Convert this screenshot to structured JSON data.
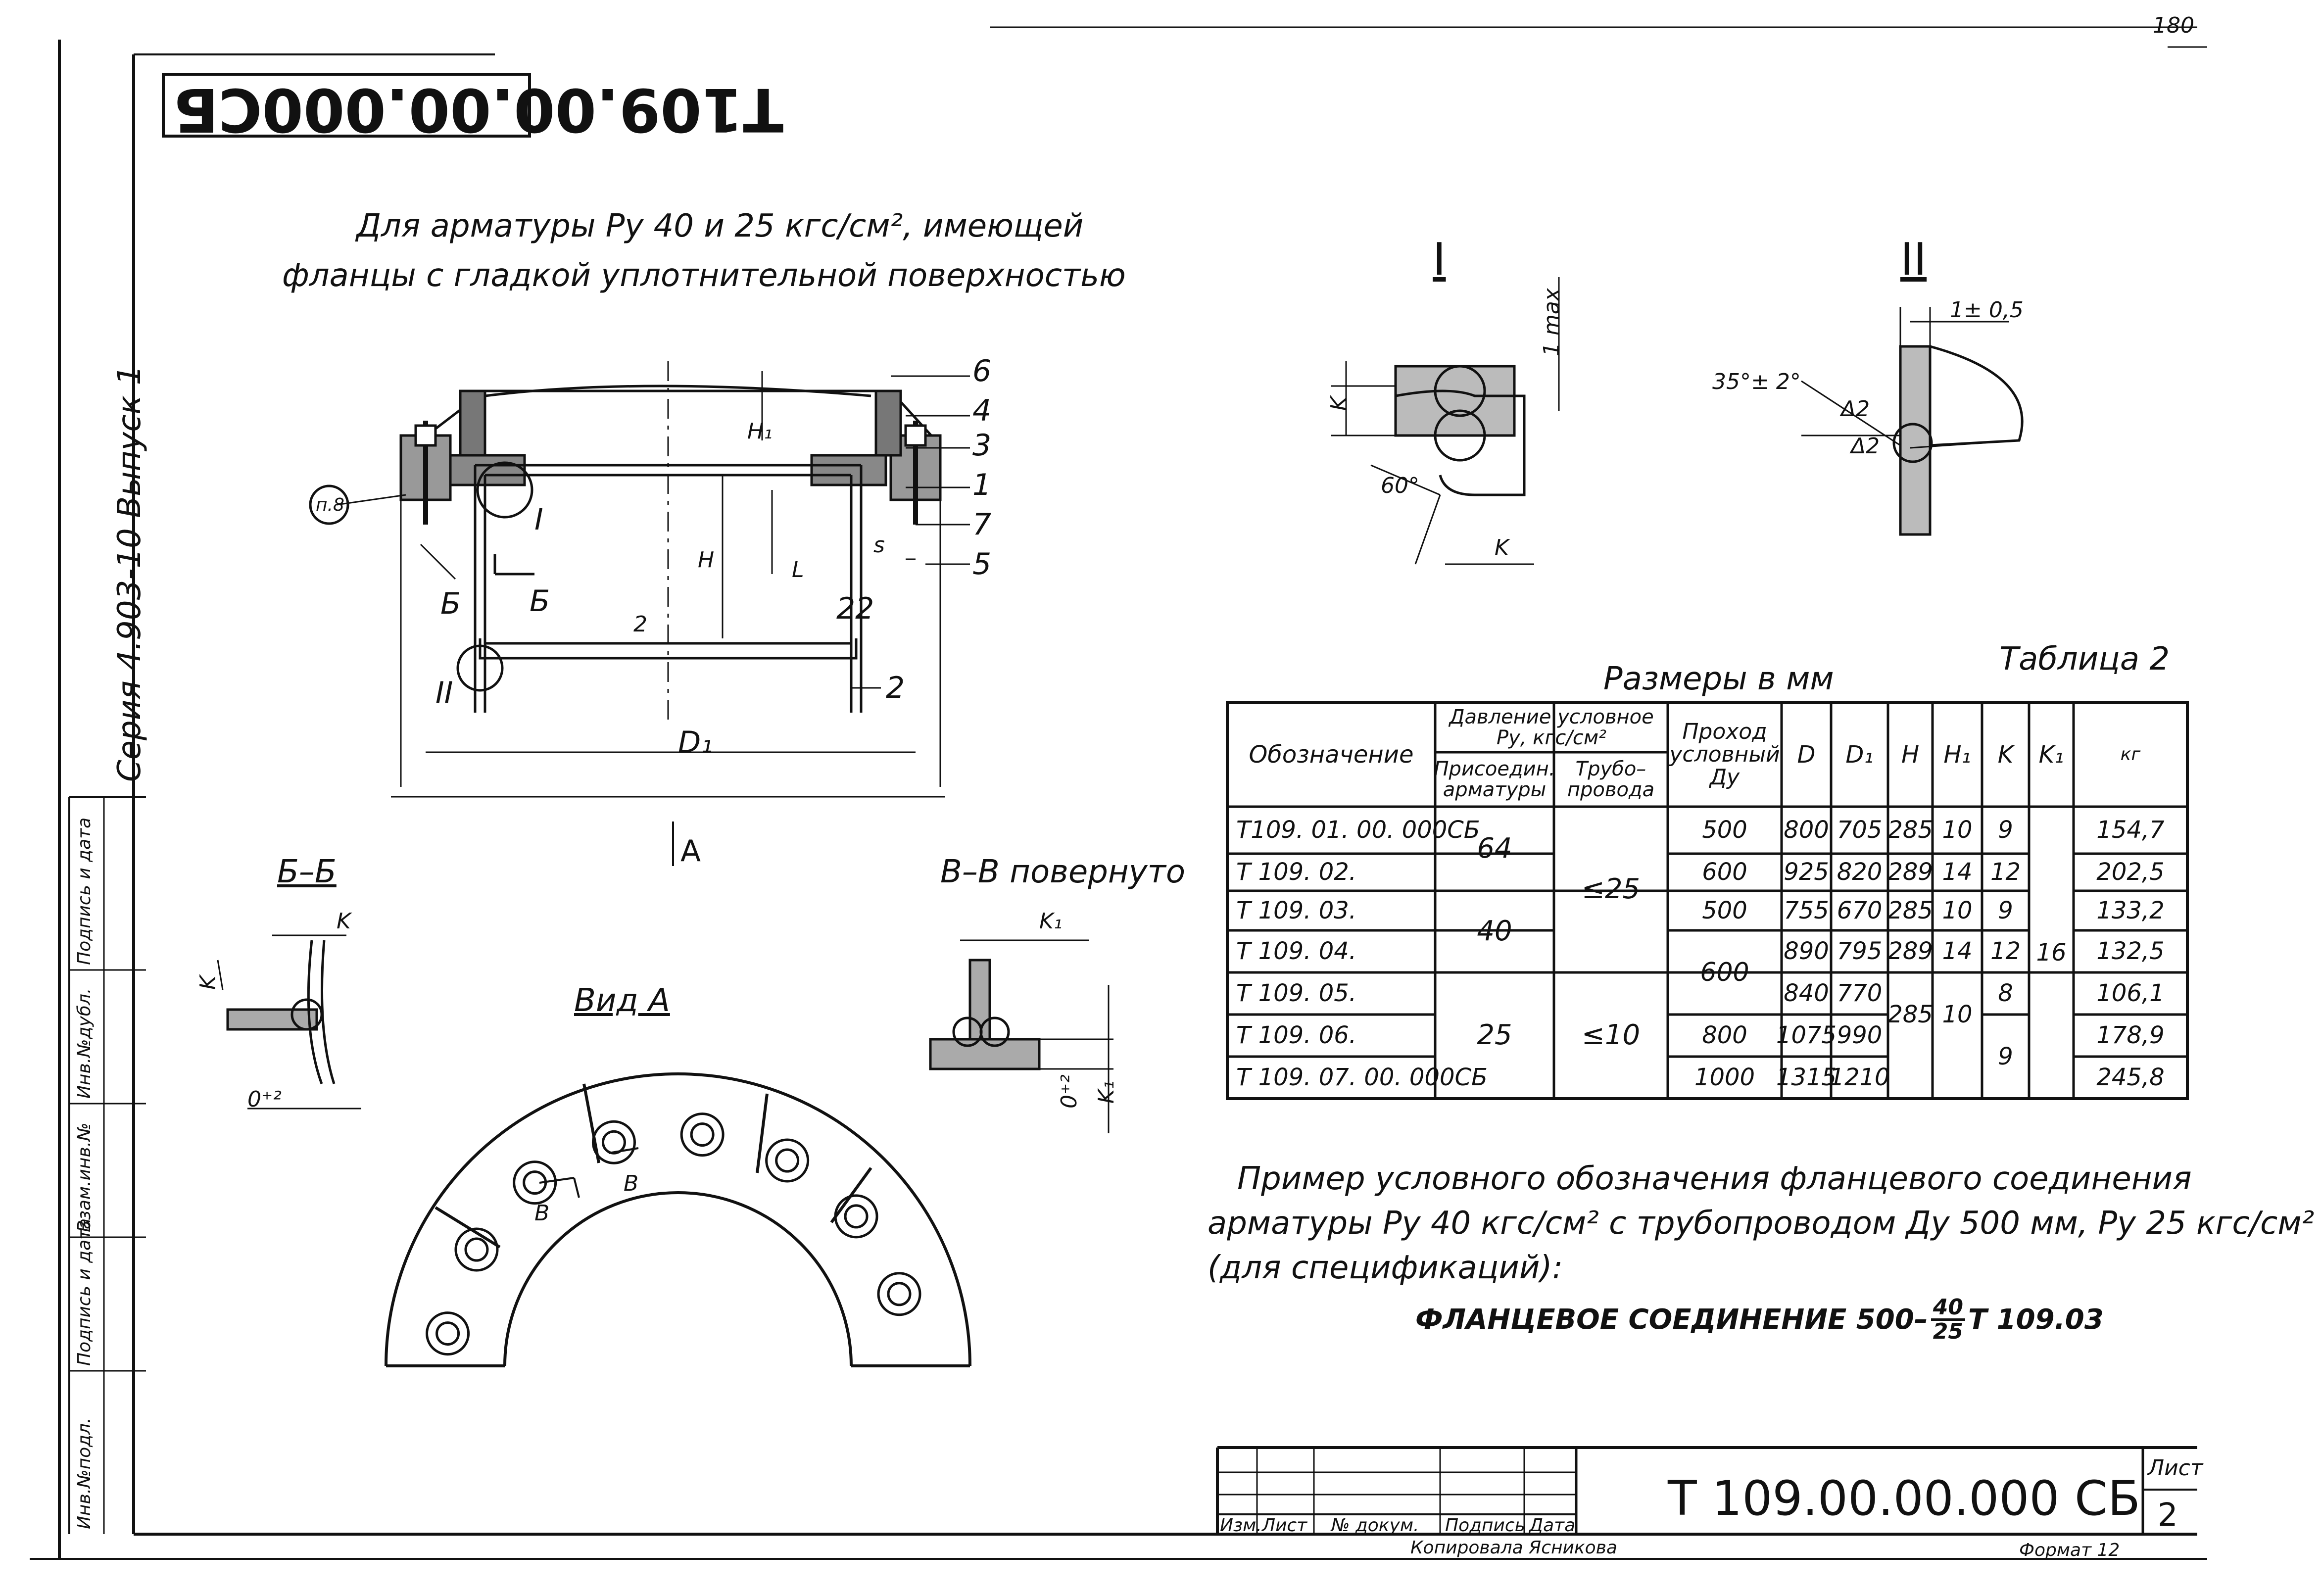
{
  "page": {
    "sheet_number": "180"
  },
  "stamp": {
    "code_mirrored": "Т109.00.00.000СБ"
  },
  "notes": {
    "line1": "Для арматуры Ру 40 и 25 кгс/см², имеющей",
    "line2": "фланцы с гладкой уплотнительной поверхностью"
  },
  "side_series": "Серия  4.903-10   Выпуск 1",
  "side_columns": [
    "Инв.№подл.",
    "Подпись и дата",
    "Взам.инв.№",
    "Инв.№дубл.",
    "Подпись и дата"
  ],
  "views": {
    "main_callouts": [
      "6",
      "4",
      "3",
      "1",
      "7",
      "5",
      "2"
    ],
    "pos8": "п.8",
    "label_I": "I",
    "label_II": "II",
    "label_B": "Б",
    "label_H": "H",
    "label_H1": "H₁",
    "label_L": "L",
    "label_s": "s",
    "label_D1": "D₁",
    "label_A": "А",
    "label_2": "2",
    "label_22": "22",
    "view_I_title": "I",
    "view_I_k": "K",
    "view_I_kmax": "1 max",
    "view_I_angle": "60°",
    "view_II_title": "II",
    "view_II_tol": "1± 0,5",
    "view_II_angle": "35°± 2°",
    "view_II_delta": "Δ2",
    "section_BB": "Б–Б",
    "section_BB_k": "K",
    "section_BB_tol": "0⁺²",
    "section_VV": "В–В повернуто",
    "section_VV_k1": "K₁",
    "section_VV_tol": "0⁺²",
    "view_A": "Вид  А",
    "view_A_cut": "В"
  },
  "table": {
    "caption": "Таблица 2",
    "units": "Размеры в мм",
    "headers": {
      "designation": "Обозначение",
      "pressure": "Давление условное Ру, кгс/см²",
      "pressure_fit": "Присоедин. арматуры",
      "pressure_pipe": "Трубо– провода",
      "passage": "Проход условный Ду",
      "D": "D",
      "D1": "D₁",
      "H": "H",
      "H1": "H₁",
      "K": "K",
      "K1": "K₁",
      "mass": "кг"
    },
    "rows": [
      {
        "designation": "Т109. 01. 00. 000СБ",
        "passage": "500",
        "D": "800",
        "D1": "705",
        "H": "285",
        "H1": "10",
        "K": "9",
        "mass": "154,7"
      },
      {
        "designation": "Т 109. 02.",
        "passage": "600",
        "D": "925",
        "D1": "820",
        "H": "289",
        "H1": "14",
        "K": "12",
        "mass": "202,5"
      },
      {
        "designation": "Т 109. 03.",
        "passage": "500",
        "D": "755",
        "D1": "670",
        "H": "285",
        "H1": "10",
        "K": "9",
        "mass": "133,2"
      },
      {
        "designation": "Т 109. 04.",
        "passage": "",
        "D": "890",
        "D1": "795",
        "H": "289",
        "H1": "14",
        "K": "12",
        "mass": "132,5"
      },
      {
        "designation": "Т 109. 05.",
        "passage": "",
        "D": "840",
        "D1": "770",
        "H": "",
        "H1": "",
        "K": "8",
        "mass": "106,1"
      },
      {
        "designation": "Т 109. 06.",
        "passage": "800",
        "D": "1075",
        "D1": "990",
        "H": "",
        "H1": "",
        "K": "",
        "mass": "178,9"
      },
      {
        "designation": "Т 109. 07. 00. 000СБ",
        "passage": "1000",
        "D": "1315",
        "D1": "1210",
        "H": "",
        "H1": "",
        "K": "",
        "mass": "245,8"
      }
    ],
    "merged": {
      "fit_64": "64",
      "fit_40": "40",
      "fit_25": "25",
      "pipe_le25": "≤25",
      "pipe_le10": "≤10",
      "passage_600": "600",
      "H_285": "285",
      "H1_10": "10",
      "K_9": "9",
      "K1_16": "16"
    }
  },
  "example": {
    "line1": "Пример условного обозначения фланцевого соединения",
    "line2": "арматуры  Ру 40 кгс/см² с трубопроводом  Ду 500 мм,  Ру 25 кгс/см²",
    "line3": "(для спецификаций):",
    "formula_prefix": "ФЛАНЦЕВОЕ  СОЕДИНЕНИЕ  500–",
    "formula_num": "40",
    "formula_den": "25",
    "formula_suffix": " Т 109.03"
  },
  "title_block": {
    "code": "Т 109.00.00.000 СБ",
    "cols": [
      "Изм.",
      "Лист",
      "№ докум.",
      "Подпись",
      "Дата"
    ],
    "sheet_label": "Лист",
    "sheet_value": "2",
    "copied_by": "Копировала  Ясникова",
    "format": "Формат 12"
  }
}
